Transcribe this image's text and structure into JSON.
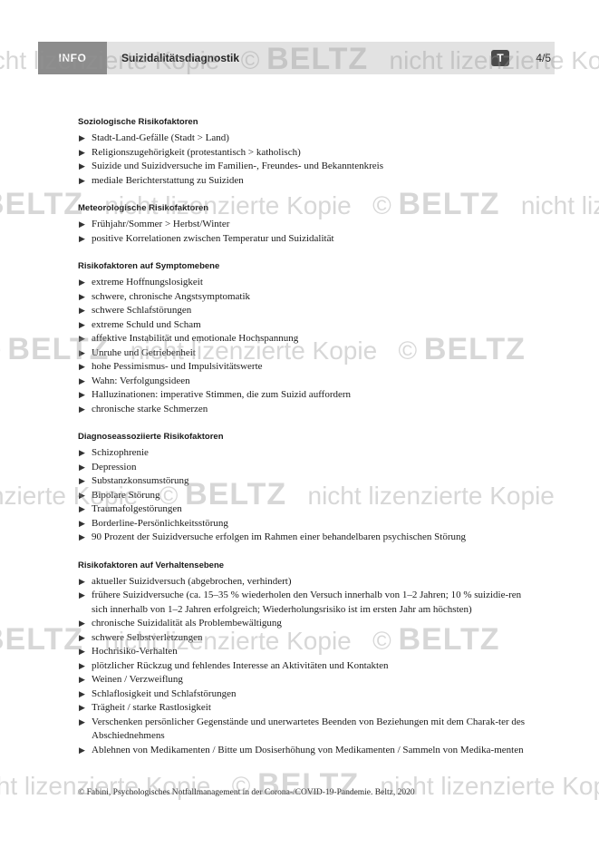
{
  "header": {
    "tab_label": "INFO",
    "title": "Suizidalitätsdiagnostik",
    "t_badge": "T",
    "page": "4/5"
  },
  "sections": [
    {
      "heading": "Soziologische Risikofaktoren",
      "items": [
        "Stadt-Land-Gefälle (Stadt > Land)",
        "Religionszugehörigkeit (protestantisch > katholisch)",
        "Suizide und Suizidversuche im Familien-, Freundes- und Bekanntenkreis",
        "mediale Berichterstattung zu Suiziden"
      ]
    },
    {
      "heading": "Meteorologische Risikofaktoren",
      "items": [
        "Frühjahr/Sommer > Herbst/Winter",
        "positive Korrelationen zwischen Temperatur und Suizidalität"
      ]
    },
    {
      "heading": "Risikofaktoren auf Symptomebene",
      "items": [
        "extreme Hoffnungslosigkeit",
        "schwere, chronische Angstsymptomatik",
        "schwere Schlafstörungen",
        "extreme Schuld und Scham",
        "affektive Instabilität und emotionale Hochspannung",
        "Unruhe und Getriebenheit",
        "hohe Pessimismus- und Impulsivitätswerte",
        "Wahn: Verfolgungsideen",
        "Halluzinationen: imperative Stimmen, die zum Suizid auffordern",
        "chronische starke Schmerzen"
      ]
    },
    {
      "heading": "Diagnoseassoziierte Risikofaktoren",
      "items": [
        "Schizophrenie",
        "Depression",
        "Substanzkonsumstörung",
        "Bipolare Störung",
        "Traumafolgestörungen",
        "Borderline-Persönlichkeitsstörung",
        "90 Prozent der Suizidversuche erfolgen im Rahmen einer behandelbaren psychischen Störung"
      ]
    },
    {
      "heading": "Risikofaktoren auf Verhaltensebene",
      "items": [
        "aktueller Suizidversuch (abgebrochen, verhindert)",
        "frühere Suizidversuche (ca. 15–35 % wiederholen den Versuch innerhalb von 1–2 Jahren; 10 % suizidie-ren sich innerhalb von 1–2 Jahren erfolgreich; Wiederholungsrisiko ist im ersten Jahr am höchsten)",
        "chronische Suizidalität als Problembewältigung",
        "schwere Selbstverletzungen",
        "Hochrisiko-Verhalten",
        "plötzlicher Rückzug und fehlendes Interesse an Aktivitäten und Kontakten",
        "Weinen / Verzweiflung",
        "Schlaflosigkeit und Schlafstörungen",
        "Trägheit / starke Rastlosigkeit",
        "Verschenken persönlicher Gegenstände und unerwartetes Beenden von Beziehungen mit dem Charak-ter des Abschiednehmens",
        "Ablehnen von Medikamenten / Bitte um Dosiserhöhung von Medikamenten / Sammeln von Medika-menten"
      ]
    }
  ],
  "footer": "© Fabini, Psychologisches Notfallmanagement in der Corona-/COVID-19-Pandemie. Beltz, 2020",
  "watermark": {
    "copyright": "©",
    "brand": "BELTZ",
    "text": "nicht lizenzierte Kopie"
  }
}
